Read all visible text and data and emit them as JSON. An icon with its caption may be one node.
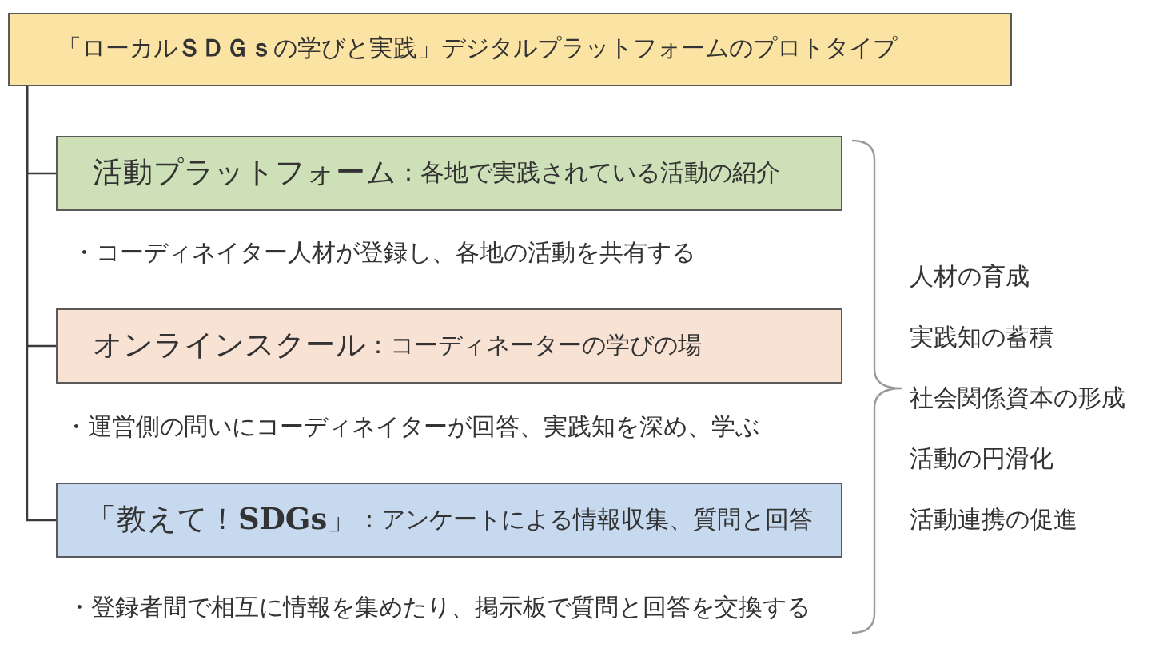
{
  "diagram": {
    "nodes": [
      {
        "text": [
          "「ローカル**ＳＤＧｓ**の学びと実践」デジタルプラットフォームのプロトタイプ"
        ]
      },
      {
        "text": [
          "活動プラットフォーム",
          "：各地で実践されている活動の紹介"
        ],
        "beside": [
          "・コーディネイター人材が登録し、各地の活動を共有する"
        ]
      },
      {
        "text": [
          "オンラインスクール",
          "：コーディネーターの学びの場"
        ],
        "beside": [
          "・運営側の問いにコーディネイターが回答、実践知を深め、学ぶ"
        ]
      },
      {
        "text": [
          "「教えて！**SDGs**」",
          "：アンケートによる情報収集、質問と回答"
        ],
        "beside": [
          "・登録者間で相互に情報を集めたり、掲示板で質問と回答を交換する"
        ]
      }
    ],
    "edges": [
      {
        "from": 0,
        "to": 1,
        "arrow": "none"
      },
      {
        "from": 0,
        "to": 2,
        "arrow": "none"
      },
      {
        "from": 0,
        "to": 3,
        "arrow": "none"
      }
    ],
    "labels": [
      "人材の育成",
      "実践知の蓄積",
      "社会関係資本の形成",
      "活動の円滑化",
      "活動連携の促進"
    ]
  }
}
